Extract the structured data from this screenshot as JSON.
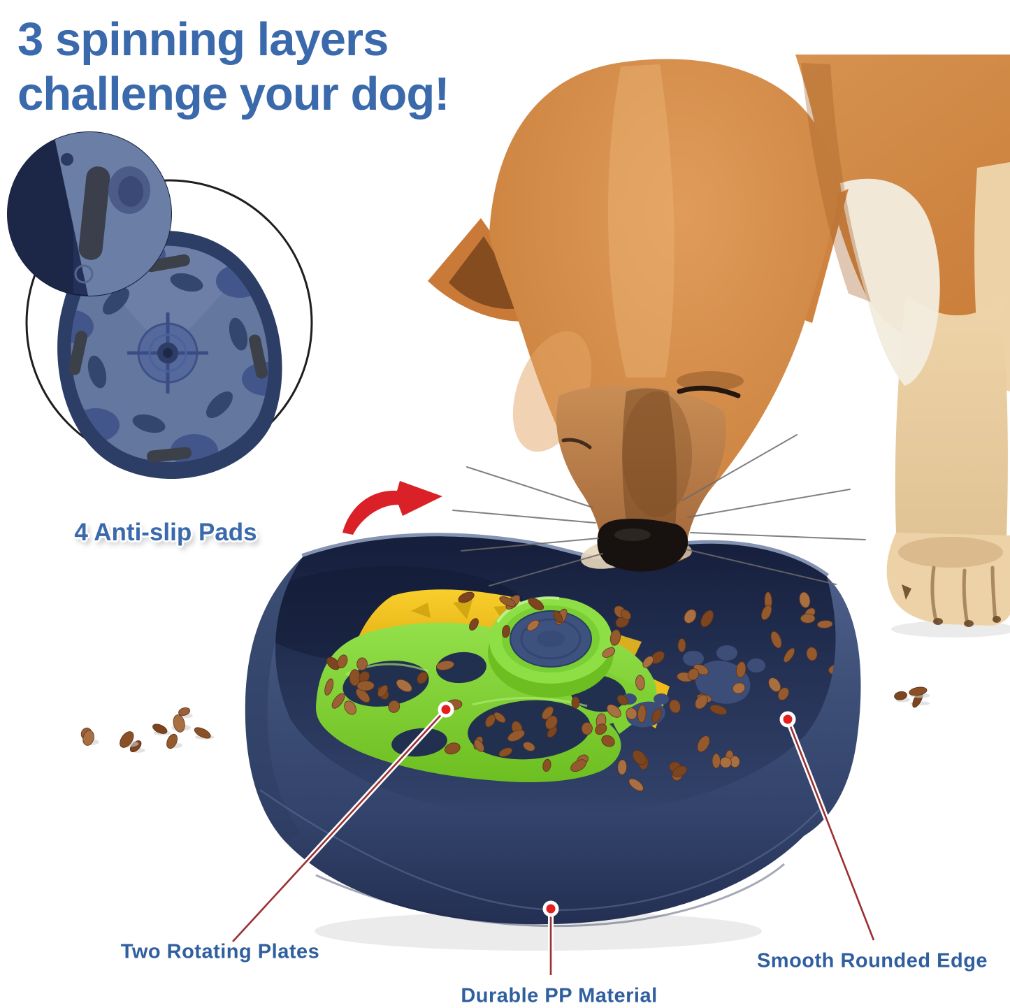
{
  "title": {
    "line1": "3 spinning layers",
    "line2": "challenge your dog!"
  },
  "callouts": {
    "anti_slip": "4 Anti-slip Pads",
    "rotating": "Two Rotating Plates",
    "material": "Durable PP Material",
    "edge": "Smooth Rounded Edge"
  },
  "colors": {
    "headline_blue": "#3a69ac",
    "label_blue": "#2f5f9f",
    "bowl_navy": "#3a4c74",
    "bowl_navy_dark": "#27355a",
    "plate_green": "#7fd133",
    "plate_yellow": "#f6c51d",
    "arrow_red": "#da2128",
    "callout_line_red": "#9b2f31",
    "kibble_brown": "#9a6136",
    "dog_fur": "#d0853f"
  }
}
